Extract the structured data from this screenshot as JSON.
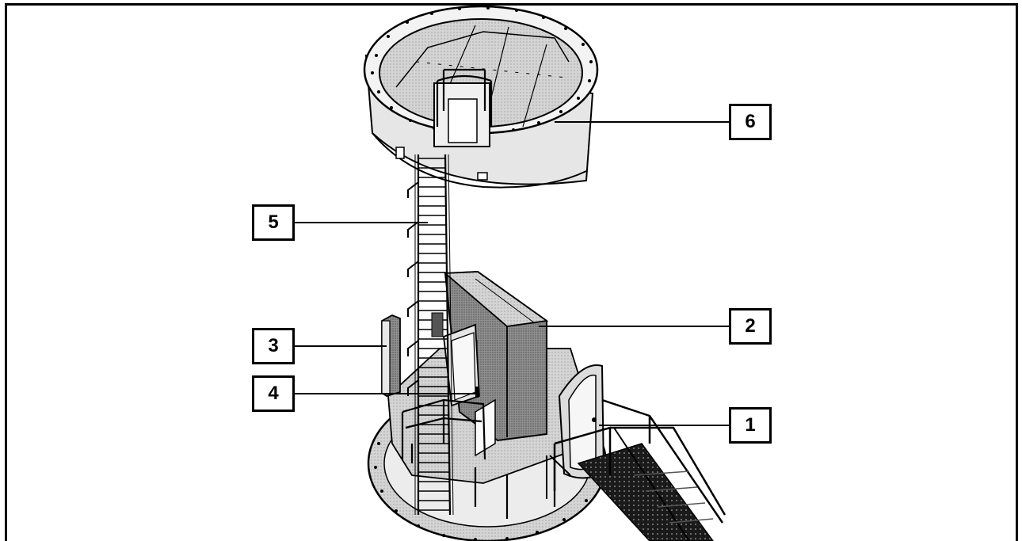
{
  "callouts": {
    "c1": "1",
    "c2": "2",
    "c3": "3",
    "c4": "4",
    "c5": "5",
    "c6": "6"
  },
  "colors": {
    "line": "#000000",
    "fill_light": "#d9d9d9",
    "fill_dark": "#8c8c8c",
    "background": "#ffffff"
  }
}
